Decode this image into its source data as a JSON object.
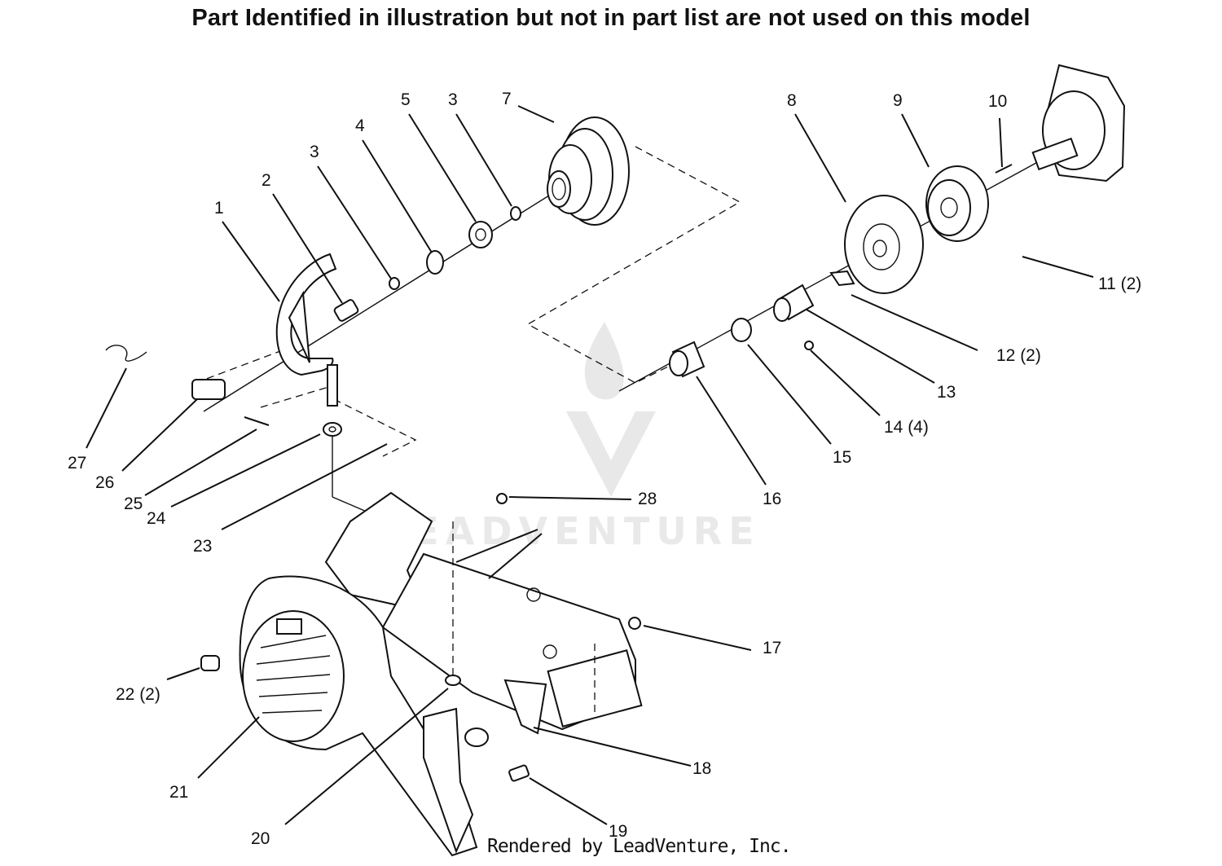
{
  "header": {
    "note": "Part Identified in illustration but not in part list are not used on this model"
  },
  "footer": {
    "credit": "Rendered by LeadVenture, Inc."
  },
  "watermark": {
    "text": "LEADVENTURE"
  },
  "callouts": [
    {
      "id": "1",
      "text": "1"
    },
    {
      "id": "2",
      "text": "2"
    },
    {
      "id": "3a",
      "text": "3"
    },
    {
      "id": "3b",
      "text": "3"
    },
    {
      "id": "4",
      "text": "4"
    },
    {
      "id": "5",
      "text": "5"
    },
    {
      "id": "7",
      "text": "7"
    },
    {
      "id": "8",
      "text": "8"
    },
    {
      "id": "9",
      "text": "9"
    },
    {
      "id": "10",
      "text": "10"
    },
    {
      "id": "11",
      "text": "11 (2)"
    },
    {
      "id": "12",
      "text": "12 (2)"
    },
    {
      "id": "13",
      "text": "13"
    },
    {
      "id": "14",
      "text": "14 (4)"
    },
    {
      "id": "15",
      "text": "15"
    },
    {
      "id": "16",
      "text": "16"
    },
    {
      "id": "17",
      "text": "17"
    },
    {
      "id": "18",
      "text": "18"
    },
    {
      "id": "19",
      "text": "19"
    },
    {
      "id": "20",
      "text": "20"
    },
    {
      "id": "21",
      "text": "21"
    },
    {
      "id": "22",
      "text": "22 (2)"
    },
    {
      "id": "23",
      "text": "23"
    },
    {
      "id": "24",
      "text": "24"
    },
    {
      "id": "25",
      "text": "25"
    },
    {
      "id": "26",
      "text": "26"
    },
    {
      "id": "27",
      "text": "27"
    },
    {
      "id": "28",
      "text": "28"
    }
  ]
}
